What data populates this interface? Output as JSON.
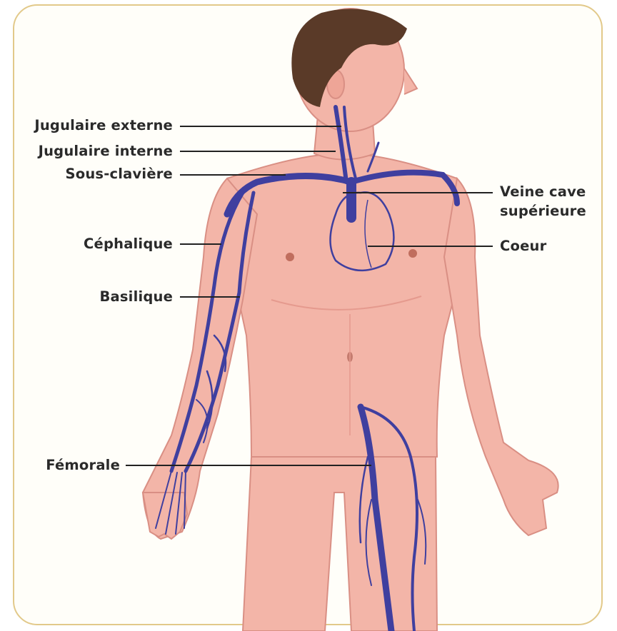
{
  "colors": {
    "skin": "#f3b5a8",
    "skin_shadow": "#e59a8e",
    "vein": "#3f3f9f",
    "hair": "#5a3a28",
    "frame": "#e2c98a",
    "leader": "#222222"
  },
  "labels": {
    "jugulaire_externe": "Jugulaire externe",
    "jugulaire_interne": "Jugulaire interne",
    "sous_claviere": "Sous-clavière",
    "cephalique": "Céphalique",
    "basilique": "Basilique",
    "femorale": "Fémorale",
    "veine_cave_line1": "Veine cave",
    "veine_cave_line2": "supérieure",
    "coeur": "Coeur"
  }
}
